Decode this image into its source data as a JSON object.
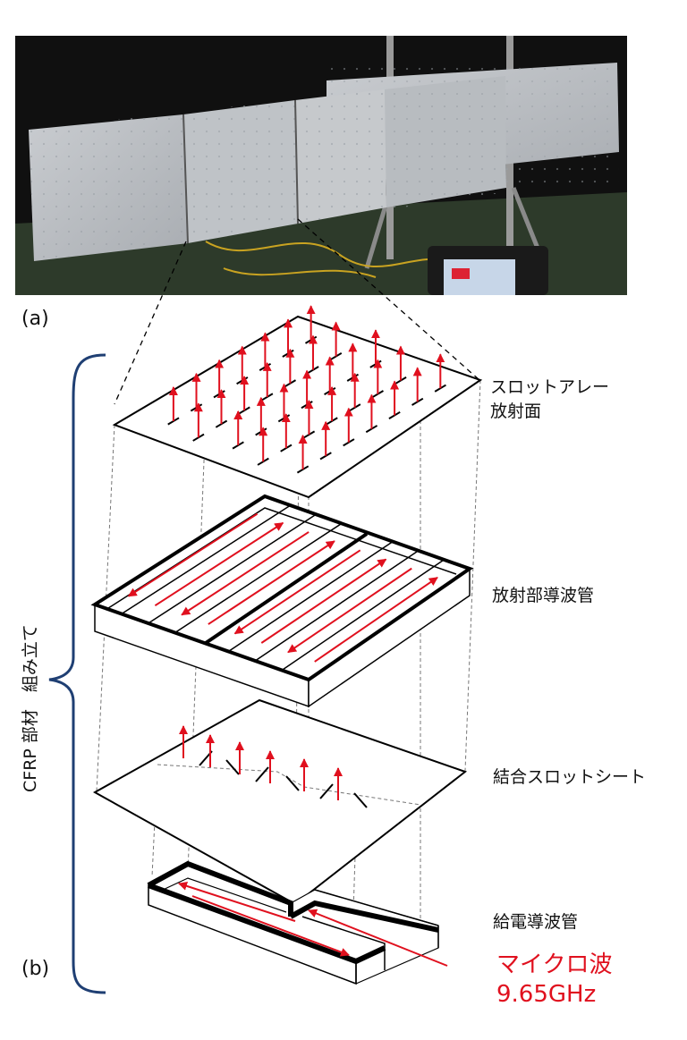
{
  "panel_labels": {
    "a": "(a)",
    "b": "(b)"
  },
  "side_label": "CFRP 部材　組み立て",
  "layers": [
    {
      "id": "slot-array",
      "lines": [
        "スロットアレー",
        "放射面"
      ]
    },
    {
      "id": "radiating-waveguide",
      "lines": [
        "放射部導波管"
      ]
    },
    {
      "id": "coupling-slot-sheet",
      "lines": [
        "結合スロットシート"
      ]
    },
    {
      "id": "feed-waveguide",
      "lines": [
        "給電導波管"
      ]
    }
  ],
  "microwave": {
    "label": "マイクロ波",
    "frequency": "9.65GHz"
  },
  "colors": {
    "arrow": "#e0101e",
    "bracket": "#1f3f73",
    "line": "#000000",
    "guide": "#777777"
  },
  "photo": {
    "description": "photo-of-deployed-antenna-panels"
  }
}
